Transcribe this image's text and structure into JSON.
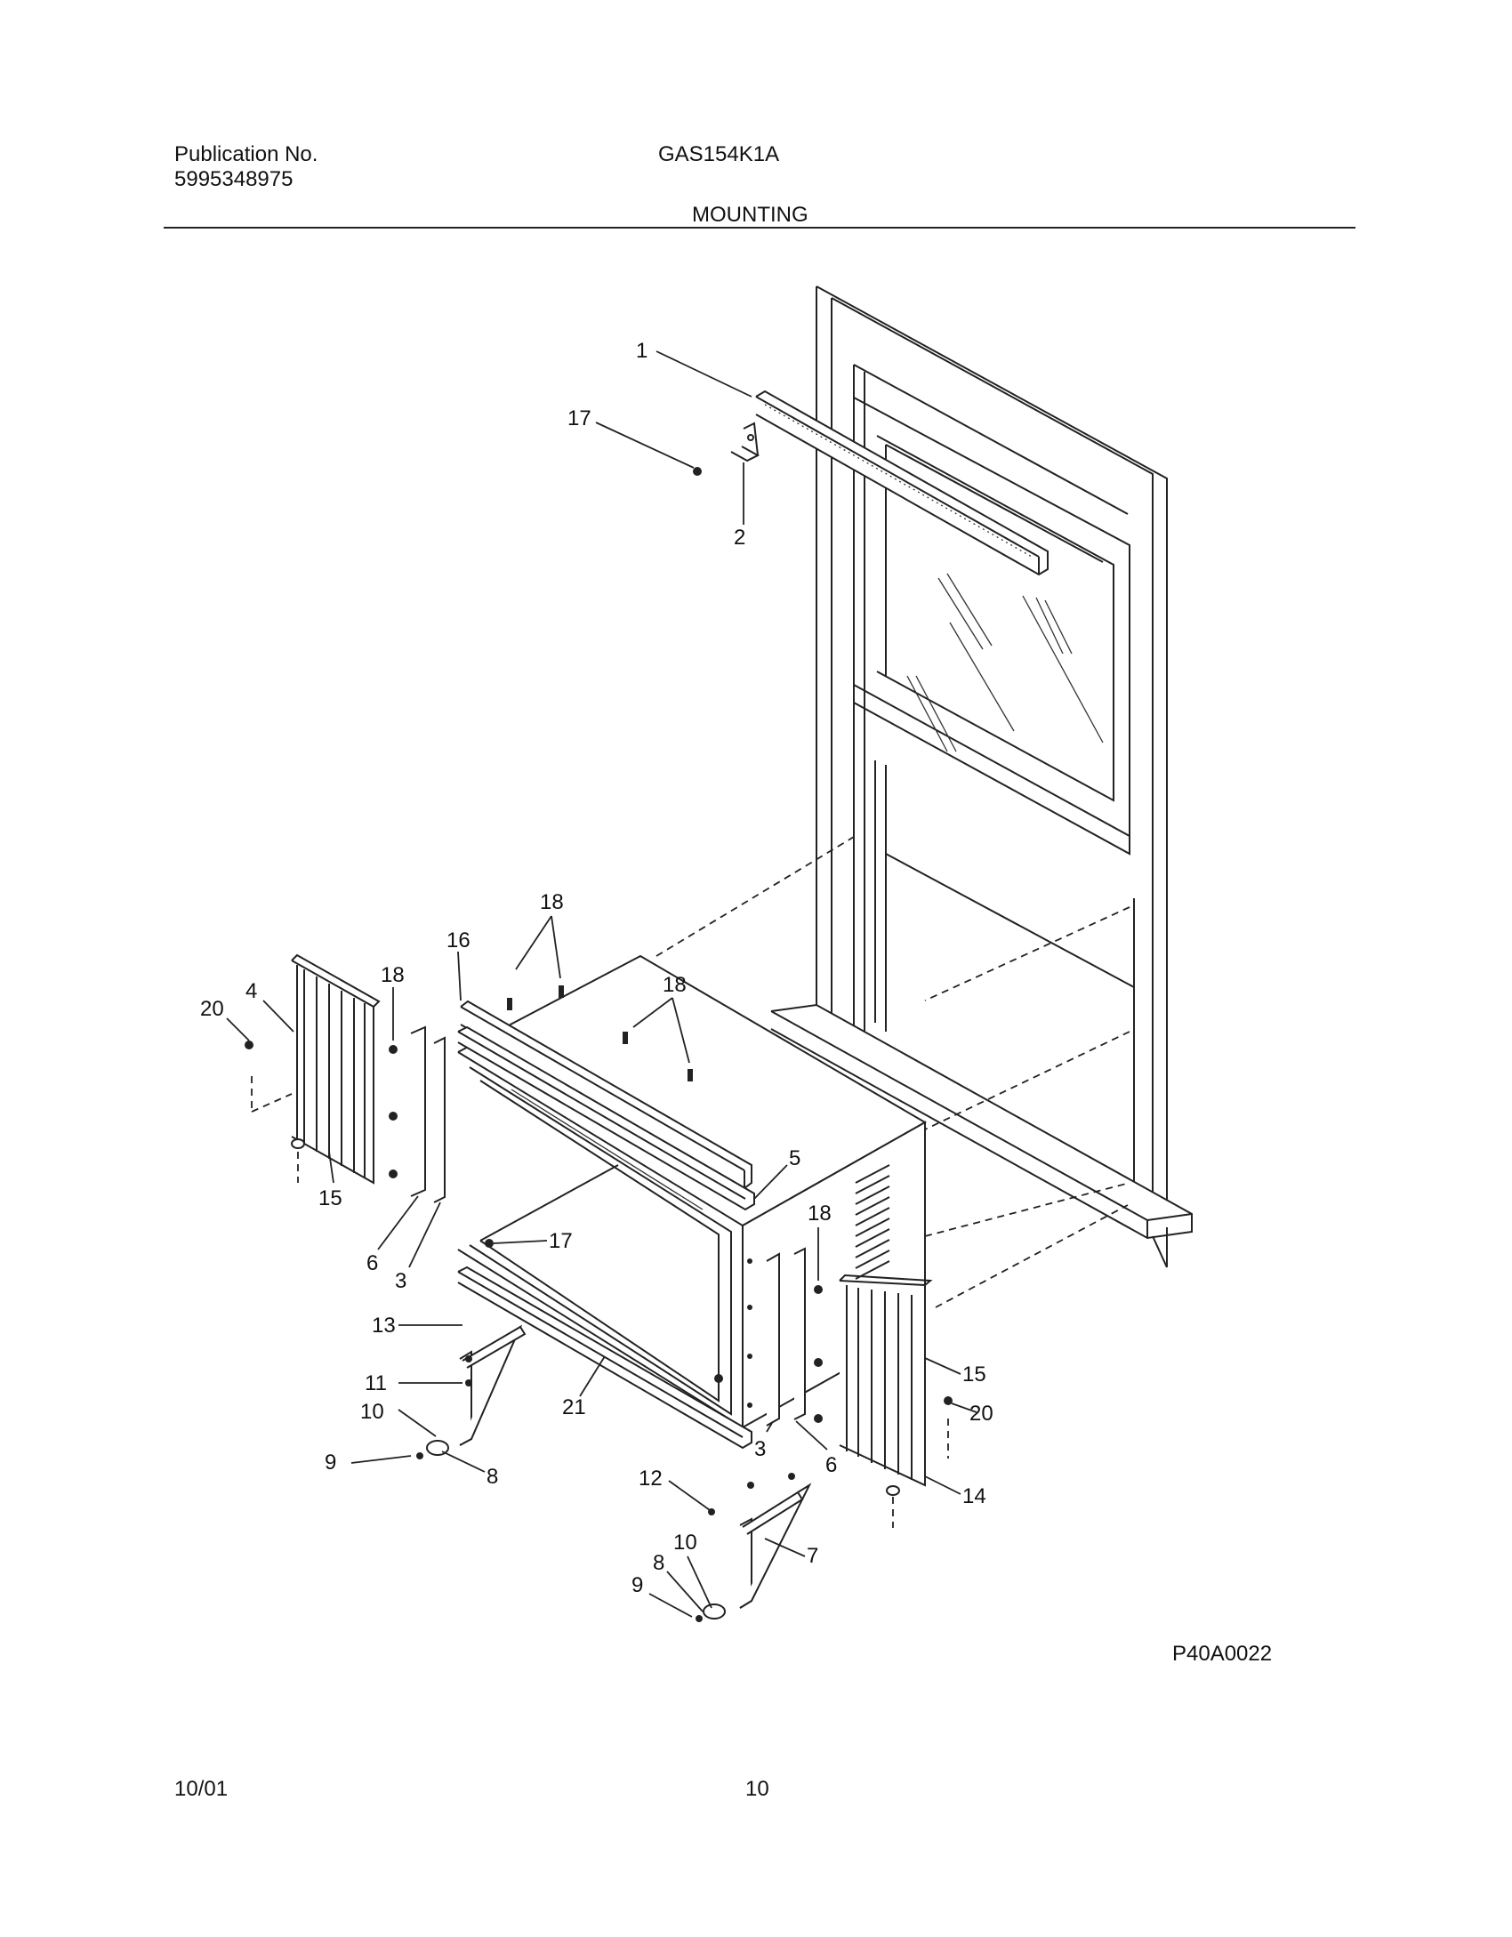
{
  "header": {
    "publication_label": "Publication No.",
    "publication_number": "5995348975",
    "model": "GAS154K1A",
    "section_title": "MOUNTING"
  },
  "diagram": {
    "part_callouts": {
      "c1": "1",
      "c2": "2",
      "c3a": "3",
      "c3b": "3",
      "c4": "4",
      "c5": "5",
      "c6a": "6",
      "c6b": "6",
      "c7": "7",
      "c8a": "8",
      "c8b": "8",
      "c9a": "9",
      "c9b": "9",
      "c10a": "10",
      "c10b": "10",
      "c11": "11",
      "c12": "12",
      "c13": "13",
      "c14": "14",
      "c15a": "15",
      "c15b": "15",
      "c16": "16",
      "c17a": "17",
      "c17b": "17",
      "c18a": "18",
      "c18b": "18",
      "c18c": "18",
      "c18d": "18",
      "c20a": "20",
      "c20b": "20",
      "c21": "21"
    },
    "drawing_code": "P40A0022"
  },
  "footer": {
    "date": "10/01",
    "page_number": "10"
  }
}
